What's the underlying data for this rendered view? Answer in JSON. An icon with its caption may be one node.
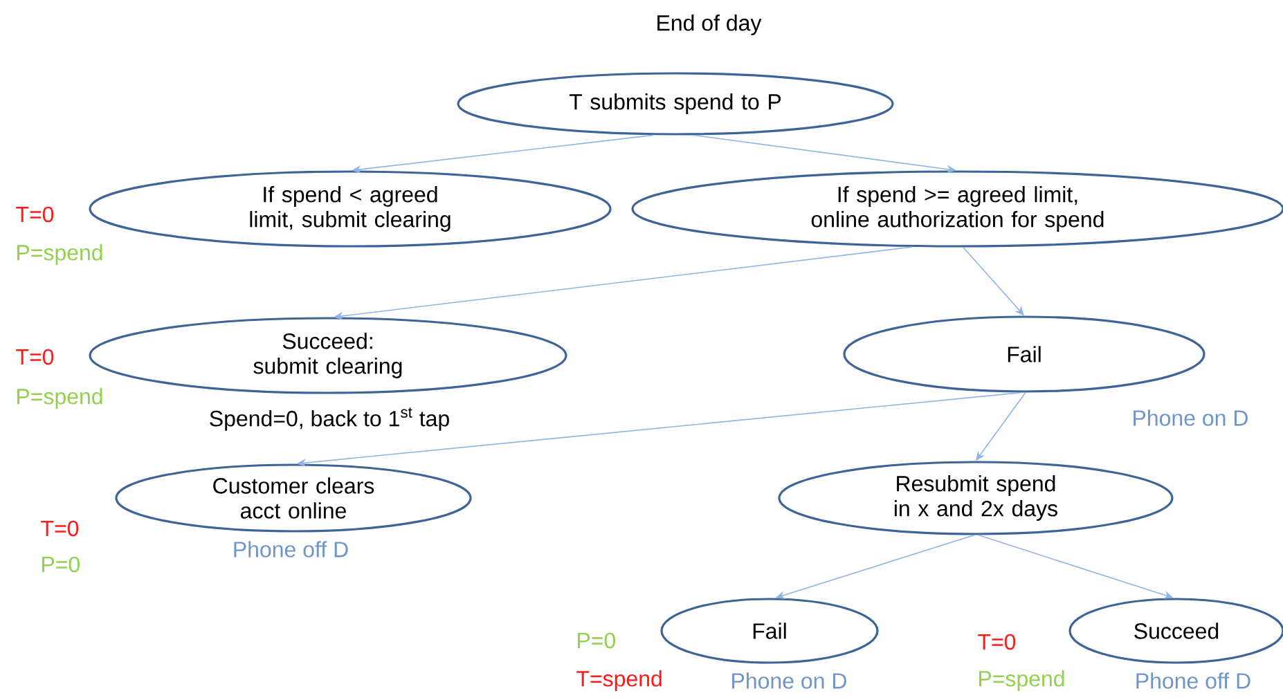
{
  "diagram": {
    "title": "End of day",
    "nodes": [
      {
        "text": [
          "T submits spend to P"
        ]
      },
      {
        "text": [
          "If spend < agreed limit, submit clearing"
        ],
        "beside": [
          "T=0",
          "P=spend"
        ]
      },
      {
        "text": [
          "If spend >= agreed limit, online authorization for spend"
        ]
      },
      {
        "text": [
          "Succeed: submit clearing"
        ],
        "beside": [
          "T=0",
          "P=spend",
          "Spend=0, back to 1$^{st}$ tap"
        ]
      },
      {
        "text": [
          "Fail"
        ],
        "beside": [
          "Phone on D"
        ]
      },
      {
        "text": [
          "Customer clears acct online"
        ],
        "beside": [
          "T=0",
          "P=0",
          "Phone off D"
        ]
      },
      {
        "text": [
          "Resubmit spend in x and 2x days"
        ]
      },
      {
        "text": [
          "Fail"
        ],
        "beside": [
          "P=0",
          "T=spend",
          "Phone on D"
        ]
      },
      {
        "text": [
          "Succeed"
        ],
        "beside": [
          "T=0",
          "P=spend",
          "Phone off D"
        ]
      }
    ],
    "edges": [
      {
        "from": 0,
        "to": 1,
        "arrow": "to"
      },
      {
        "from": 0,
        "to": 2,
        "arrow": "to"
      },
      {
        "from": 2,
        "to": 3,
        "arrow": "to"
      },
      {
        "from": 2,
        "to": 4,
        "arrow": "to"
      },
      {
        "from": 4,
        "to": 5,
        "arrow": "to"
      },
      {
        "from": 4,
        "to": 6,
        "arrow": "to"
      },
      {
        "from": 6,
        "to": 7,
        "arrow": "to"
      },
      {
        "from": 6,
        "to": 8,
        "arrow": "to"
      }
    ]
  }
}
